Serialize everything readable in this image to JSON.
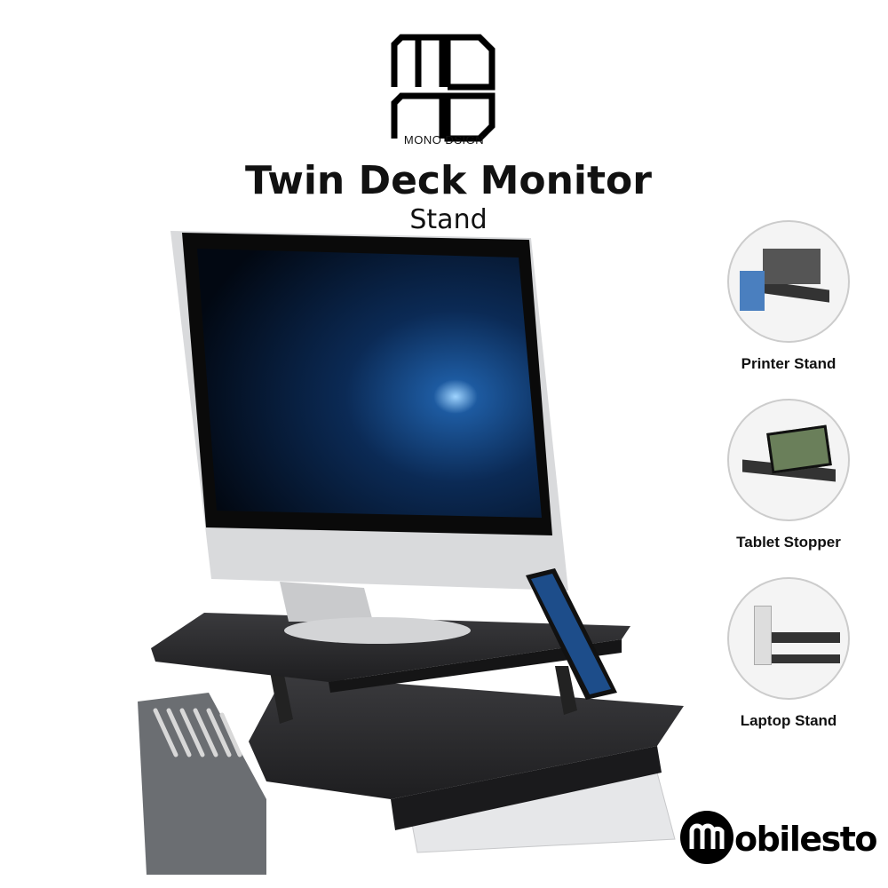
{
  "brand": {
    "logo_text": "MD",
    "name": "MONO DSIGN"
  },
  "title": "Twin Deck Monitor",
  "subtitle": "Stand",
  "features": [
    {
      "label": "Printer Stand",
      "icon": "printer-on-stand"
    },
    {
      "label": "Tablet Stopper",
      "icon": "tablet-on-stand"
    },
    {
      "label": "Laptop Stand",
      "icon": "laptop-on-stand"
    }
  ],
  "store": {
    "logo_text": "mobilestop"
  },
  "colors": {
    "stand": "#2b2b2d",
    "metal": "#6b6e72",
    "screen": "#0a1a33",
    "silver": "#d9dadc"
  }
}
